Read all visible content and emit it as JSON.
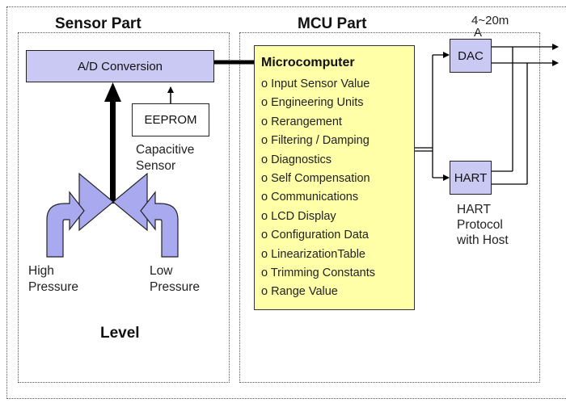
{
  "sensor_part": {
    "title": "Sensor Part",
    "ad_label": "A/D Conversion",
    "eeprom_label": "EEPROM",
    "capacitive_line1": "Capacitive",
    "capacitive_line2": "Sensor",
    "high_line1": "High",
    "high_line2": "Pressure",
    "low_line1": "Low",
    "low_line2": "Pressure",
    "level_label": "Level"
  },
  "mcu_part": {
    "title": "MCU Part",
    "micro_title": "Microcomputer",
    "micro_items": [
      "o Input Sensor Value",
      "o Engineering Units",
      "o Rerangement",
      "o Filtering / Damping",
      "o Diagnostics",
      "o Self Compensation",
      "o Communications",
      "o LCD Display",
      "o Configuration Data",
      "o LinearizationTable",
      "o Trimming Constants",
      "o Range Value"
    ],
    "dac_label": "DAC",
    "hart_label": "HART",
    "hart_proto_line1": "HART",
    "hart_proto_line2": "Protocol",
    "hart_proto_line3": "with Host"
  },
  "output": {
    "current_line1": "4~20m",
    "current_line2": "A"
  }
}
